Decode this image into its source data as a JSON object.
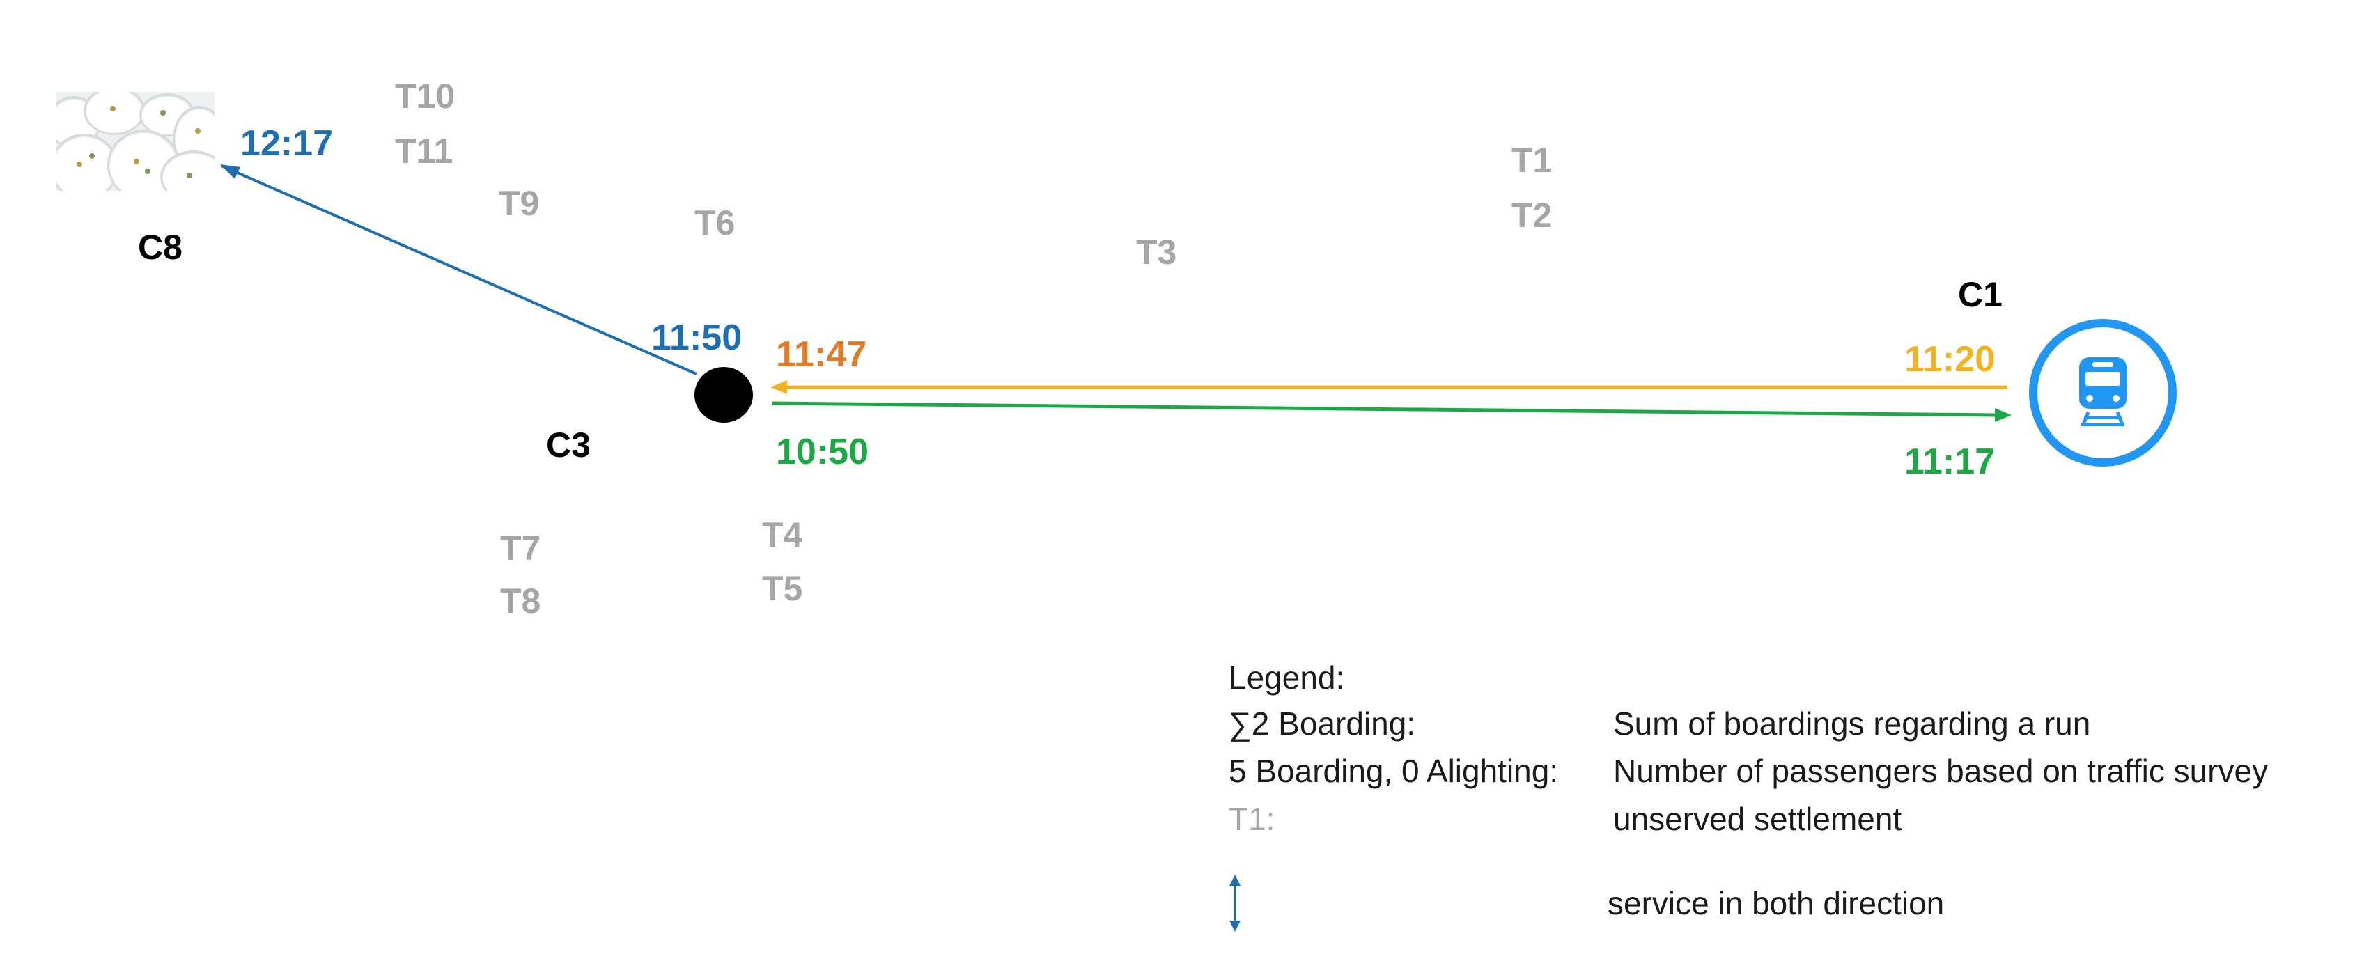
{
  "settlements": [
    "T10",
    "T11",
    "T9",
    "T6",
    "T1",
    "T2",
    "T3",
    "T7",
    "T8",
    "T4",
    "T5"
  ],
  "cities": {
    "c8": "C8",
    "c3": "C3",
    "c1": "C1"
  },
  "times": {
    "c8_arrival": "12:17",
    "c3_departure_to_c8": "11:50",
    "c3_arrival_from_c1": "11:47",
    "c3_departure_to_c1": "10:50",
    "c1_departure": "11:20",
    "c1_arrival": "11:17"
  },
  "legend": {
    "title": "Legend:",
    "rows": [
      {
        "key": "∑2 Boarding:",
        "desc": "Sum of boardings regarding a run"
      },
      {
        "key": "5 Boarding, 0 Alighting:",
        "desc": "Number of passengers based on traffic survey"
      },
      {
        "key": "T1:",
        "desc": "unserved settlement"
      }
    ],
    "both_direction": "service in both direction"
  },
  "colors": {
    "blue": "#1f6fb0",
    "yellow": "#f2b322",
    "orange": "#e07b2a",
    "green": "#1ea845",
    "grey": "#a6a6a6",
    "station_ring": "#2196f3"
  },
  "icons": {
    "c1": "train-icon",
    "c3": "station-dot-icon",
    "c8": "porcelain-photo",
    "legend": "double-arrow-icon"
  }
}
